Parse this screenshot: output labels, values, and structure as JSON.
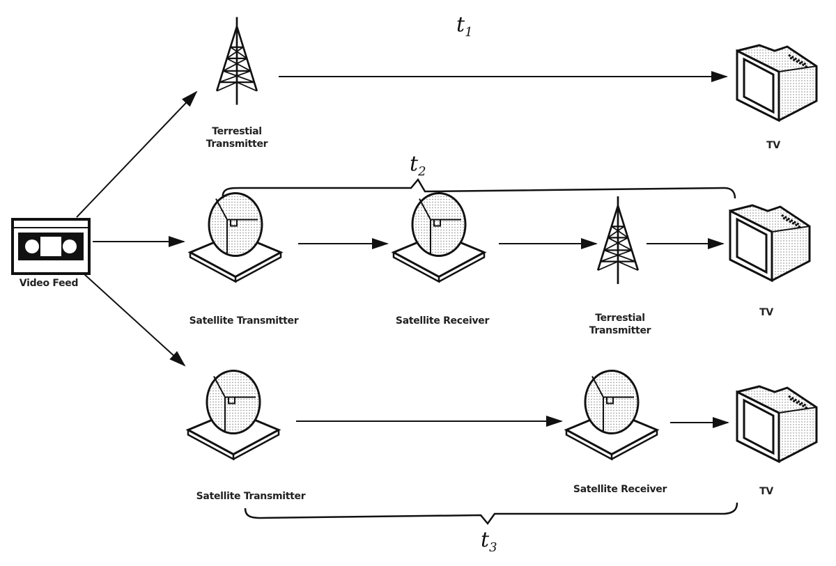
{
  "nodes": {
    "video_feed": {
      "label": "Video Feed",
      "icon": "vhs-cassette-icon"
    },
    "row1": {
      "terrestrial": {
        "label": "Terrestial Transmitter",
        "icon": "tower-icon"
      },
      "tv": {
        "label": "TV",
        "icon": "tv-icon"
      }
    },
    "row2": {
      "sat_tx": {
        "label": "Satellite Transmitter",
        "icon": "satellite-dish-icon"
      },
      "sat_rx": {
        "label": "Satellite Receiver",
        "icon": "satellite-dish-icon"
      },
      "terrestrial": {
        "label": "Terrestial Transmitter",
        "icon": "tower-icon"
      },
      "tv": {
        "label": "TV",
        "icon": "tv-icon"
      }
    },
    "row3": {
      "sat_tx": {
        "label": "Satellite Transmitter",
        "icon": "satellite-dish-icon"
      },
      "sat_rx": {
        "label": "Satellite Receiver",
        "icon": "satellite-dish-icon"
      },
      "tv": {
        "label": "TV",
        "icon": "tv-icon"
      }
    }
  },
  "annotations": {
    "t1": {
      "base": "t",
      "sub": "1"
    },
    "t2": {
      "base": "t",
      "sub": "2"
    },
    "t3": {
      "base": "t",
      "sub": "3"
    }
  }
}
